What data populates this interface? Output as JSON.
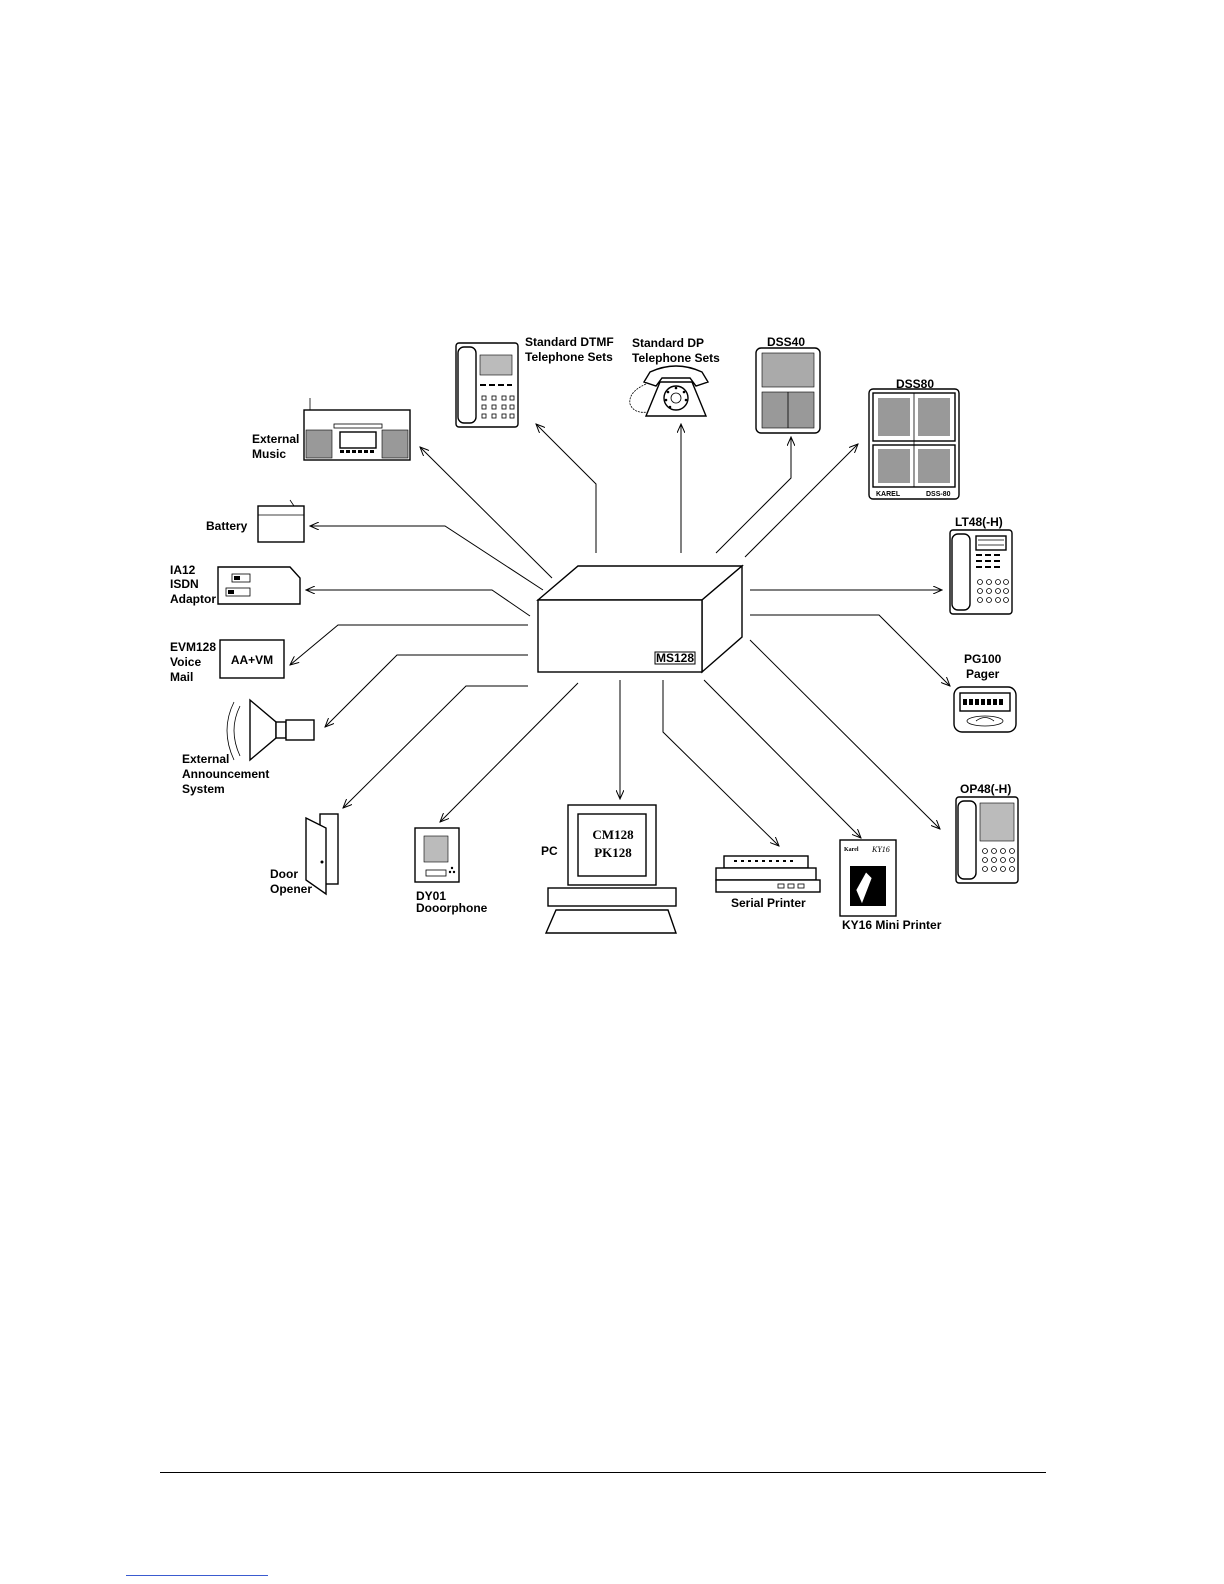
{
  "diagram": {
    "central_unit": "MS128",
    "devices": {
      "external_music": [
        "External",
        "Music"
      ],
      "battery": [
        "Battery"
      ],
      "isdn_adaptor": [
        "IA12",
        "ISDN",
        "Adaptor"
      ],
      "voice_mail": [
        "EVM128",
        "Voice",
        "Mail"
      ],
      "voice_mail_box": "AA+VM",
      "announcement": [
        "External",
        "Announcement",
        "System"
      ],
      "door_opener": [
        "Door",
        "Opener"
      ],
      "doorphone": [
        "DY01",
        "Dooorphone"
      ],
      "pc": [
        "PC"
      ],
      "pc_software": [
        "CM128",
        "PK128"
      ],
      "serial_printer": [
        "Serial Printer"
      ],
      "mini_printer": [
        "KY16 Mini Printer"
      ],
      "mini_printer_brand": "Karel",
      "mini_printer_model": "KY16",
      "op48": [
        "OP48(-H)"
      ],
      "pg100": [
        "PG100",
        "Pager"
      ],
      "lt48": [
        "LT48(-H)"
      ],
      "dss80": [
        "DSS80"
      ],
      "dss80_brand": "KAREL",
      "dss80_model": "DSS-80",
      "dss40": [
        "DSS40"
      ],
      "dp_sets": [
        "Standard DP",
        "Telephone Sets"
      ],
      "dtmf_sets": [
        "Standard DTMF",
        "Telephone Sets"
      ]
    }
  }
}
